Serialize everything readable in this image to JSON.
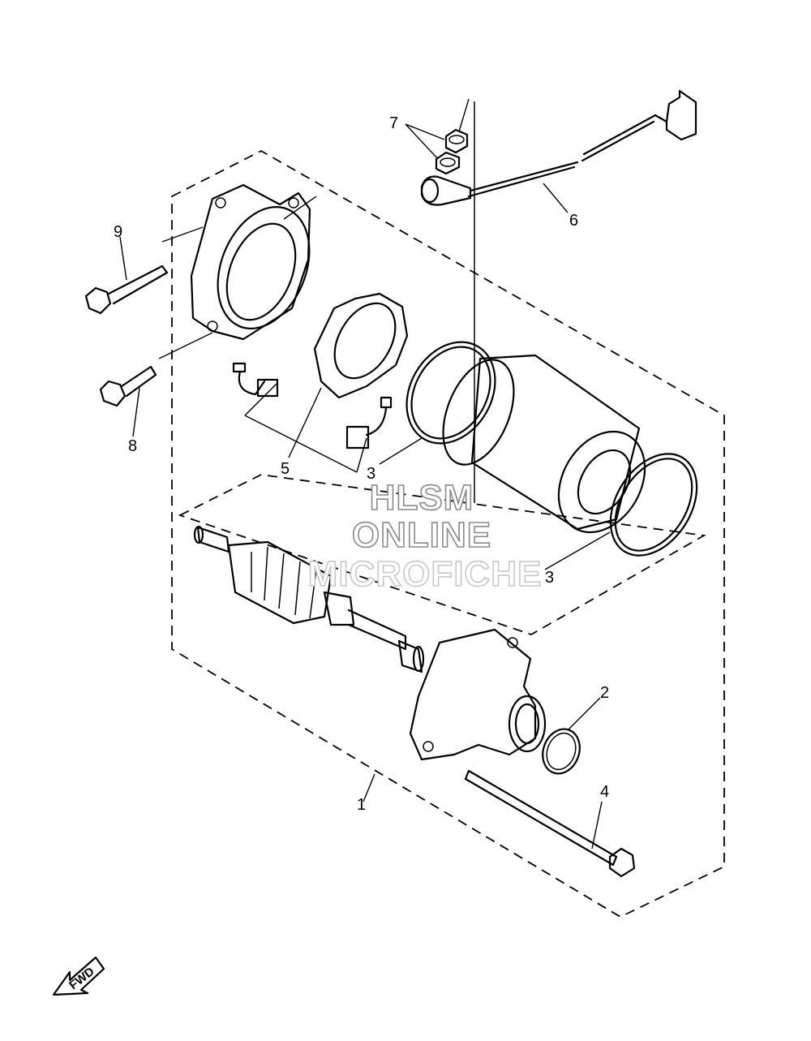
{
  "callouts": {
    "c1": "1",
    "c2": "2",
    "c3a": "3",
    "c3b": "3",
    "c4": "4",
    "c5": "5",
    "c6": "6",
    "c7": "7",
    "c8": "8",
    "c9": "9"
  },
  "watermark": {
    "line1": "HLSM",
    "line2": "ONLINE",
    "line3": "MICROFICHE"
  },
  "direction_label": "FWD"
}
